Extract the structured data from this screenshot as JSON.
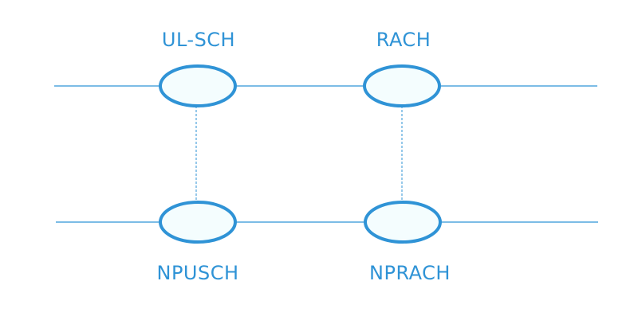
{
  "diagram": {
    "top_channels": {
      "ul_sch": "UL-SCH",
      "rach": "RACH"
    },
    "bottom_channels": {
      "npusch": "NPUSCH",
      "nprach": "NPRACH"
    },
    "colors": {
      "line": "#2f93d6",
      "node_fill": "#f4fdfe",
      "label": "#2f93d6"
    }
  }
}
